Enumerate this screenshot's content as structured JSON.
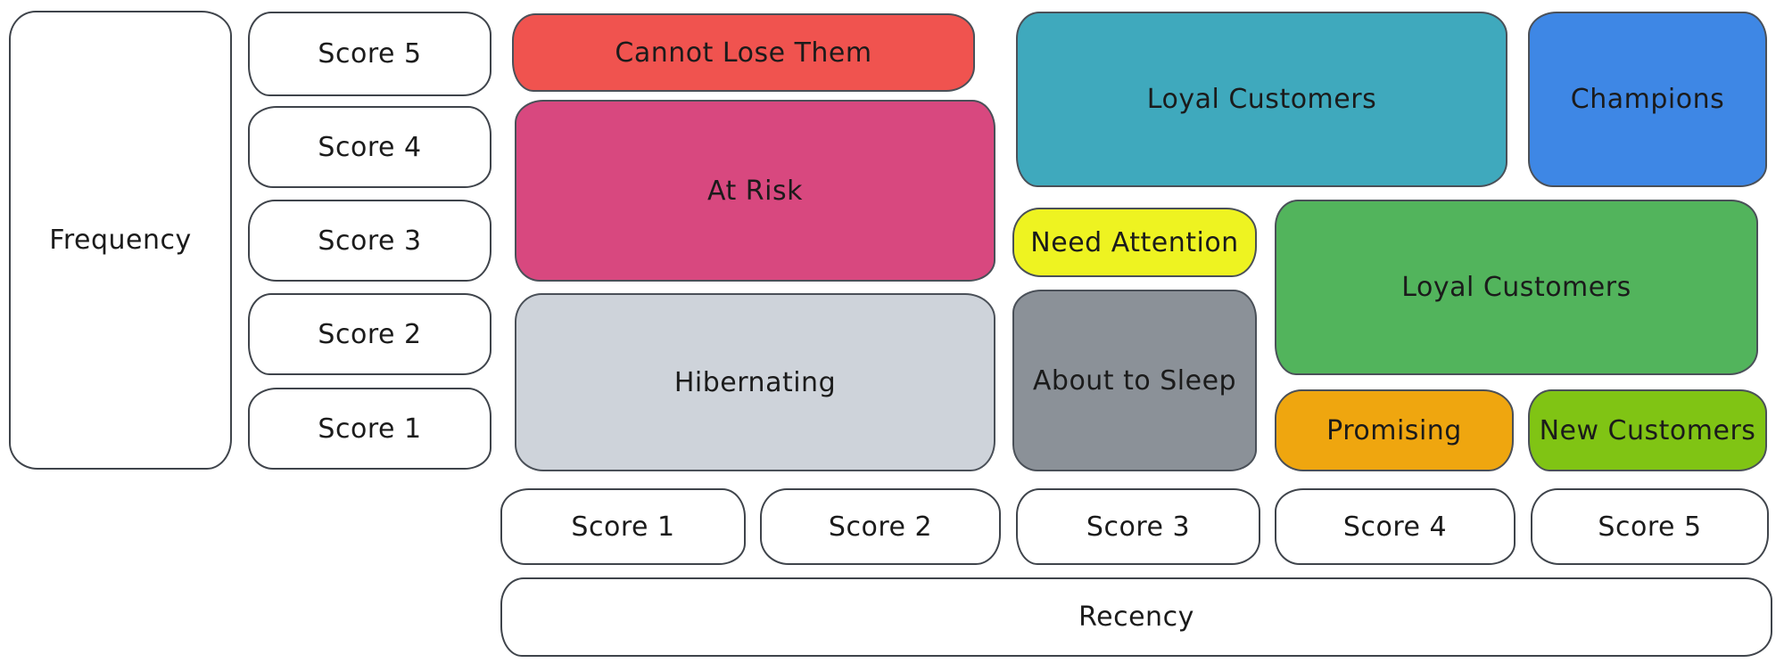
{
  "frequency_axis": {
    "label": "Frequency",
    "scores": [
      "Score 5",
      "Score 4",
      "Score 3",
      "Score 2",
      "Score 1"
    ]
  },
  "recency_axis": {
    "label": "Recency",
    "scores": [
      "Score 1",
      "Score 2",
      "Score 3",
      "Score 4",
      "Score 5"
    ]
  },
  "segments": {
    "cannot_lose_them": {
      "label": "Cannot Lose Them",
      "color": "#f0534f",
      "recency_span": "1-2",
      "frequency_span": "5"
    },
    "at_risk": {
      "label": "At Risk",
      "color": "#d8487f",
      "recency_span": "1-2",
      "frequency_span": "3-4"
    },
    "hibernating": {
      "label": "Hibernating",
      "color": "#ced3da",
      "recency_span": "1-2",
      "frequency_span": "1-2"
    },
    "loyal_customers_top": {
      "label": "Loyal Customers",
      "color": "#3fa9bd",
      "recency_span": "3-4",
      "frequency_span": "4-5"
    },
    "champions": {
      "label": "Champions",
      "color": "#3e87e5",
      "recency_span": "5",
      "frequency_span": "4-5"
    },
    "need_attention": {
      "label": "Need Attention",
      "color": "#eef321",
      "recency_span": "3",
      "frequency_span": "3"
    },
    "loyal_customers_mid": {
      "label": "Loyal Customers",
      "color": "#52b45c",
      "recency_span": "4-5",
      "frequency_span": "2-3"
    },
    "about_to_sleep": {
      "label": "About to Sleep",
      "color": "#8b9198",
      "recency_span": "3",
      "frequency_span": "1-2"
    },
    "promising": {
      "label": "Promising",
      "color": "#efa60f",
      "recency_span": "4",
      "frequency_span": "1"
    },
    "new_customers": {
      "label": "New Customers",
      "color": "#80c414",
      "recency_span": "5",
      "frequency_span": "1"
    }
  }
}
